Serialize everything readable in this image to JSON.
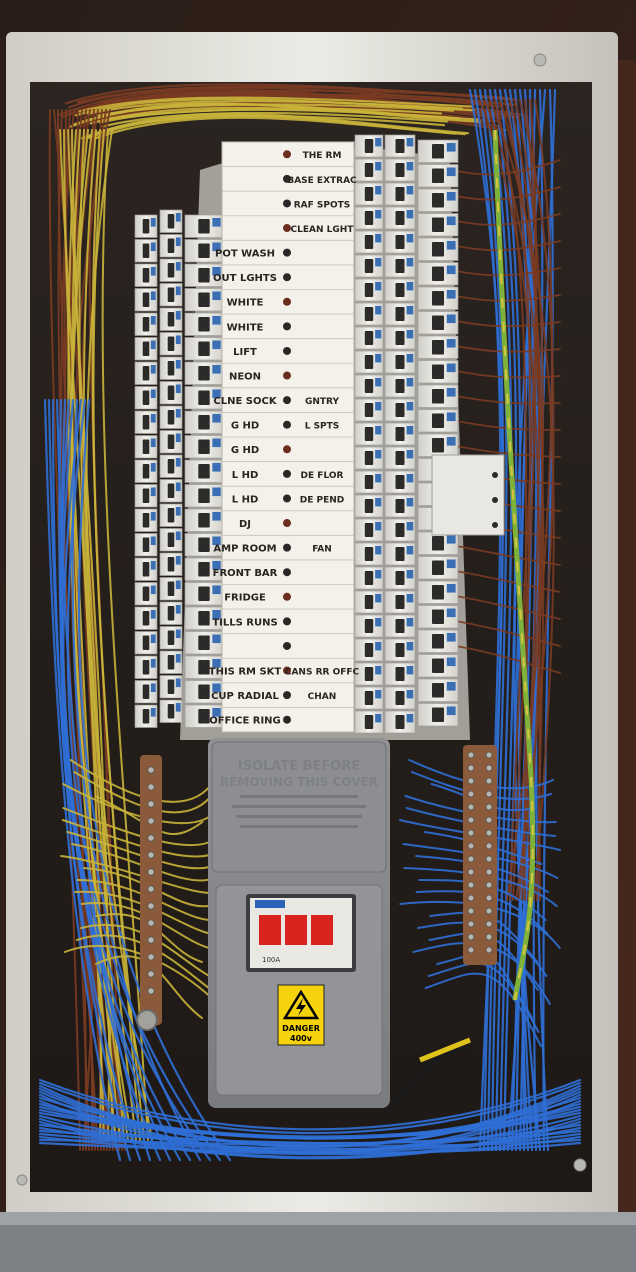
{
  "image": {
    "subject": "Open electrical distribution board with rows of circuit breakers, handwritten circuit labels, neutral/earth bars and a 3-phase main isolator",
    "colors": {
      "enclosure": "#e3e2dc",
      "breaker": "#e9e8e2",
      "cable_blue": "#2f6fd6",
      "cable_brown": "#7a3b22",
      "cable_yellow": "#c9b43a",
      "cable_green_yellow": "#7fb23a",
      "isolator_red": "#d8231f",
      "warning_yellow": "#f4d20c"
    }
  },
  "circuit_labels": [
    {
      "left": "",
      "right": "THE RM"
    },
    {
      "left": "",
      "right": "BASE EXTRAC"
    },
    {
      "left": "",
      "right": "RAF SPOTS"
    },
    {
      "left": "",
      "right": "CLEAN LGHT"
    },
    {
      "left": "POT WASH",
      "right": ""
    },
    {
      "left": "OUT LGHTS",
      "right": ""
    },
    {
      "left": "WHITE",
      "right": ""
    },
    {
      "left": "WHITE",
      "right": ""
    },
    {
      "left": "LIFT",
      "right": ""
    },
    {
      "left": "NEON",
      "right": ""
    },
    {
      "left": "CLNE SOCK",
      "right": "GNTRY"
    },
    {
      "left": "G HD",
      "right": "L SPTS"
    },
    {
      "left": "G HD",
      "right": ""
    },
    {
      "left": "L HD",
      "right": "DE FLOR"
    },
    {
      "left": "L HD",
      "right": "DE PEND"
    },
    {
      "left": "DJ",
      "right": ""
    },
    {
      "left": "AMP ROOM",
      "right": "FAN"
    },
    {
      "left": "FRONT BAR",
      "right": ""
    },
    {
      "left": "FRIDGE",
      "right": ""
    },
    {
      "left": "TILLS RUNS",
      "right": ""
    },
    {
      "left": "",
      "right": ""
    },
    {
      "left": "THIS RM SKT",
      "right": "CANS RR OFFC"
    },
    {
      "left": "CUP RADIAL",
      "right": "CHAN"
    },
    {
      "left": "OFFICE RING",
      "right": ""
    }
  ],
  "cover": {
    "heading_line1": "ISOLATE BEFORE",
    "heading_line2": "REMOVING THIS COVER"
  },
  "isolator": {
    "rating": "100A"
  },
  "warning_label": {
    "line1": "DANGER",
    "line2": "400v"
  }
}
